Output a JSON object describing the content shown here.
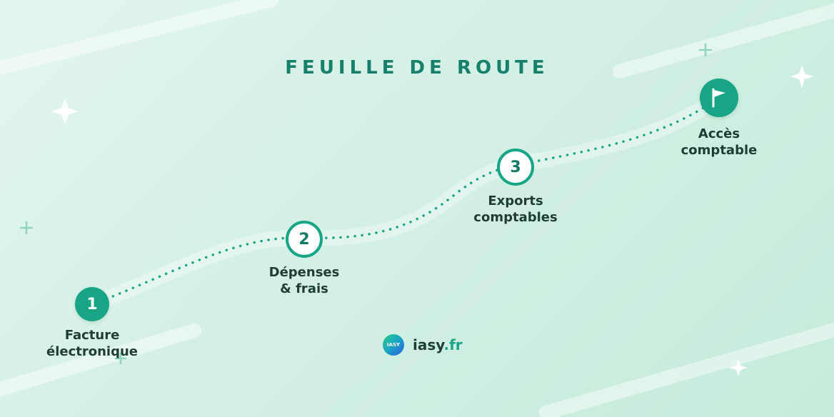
{
  "title": "FEUILLE DE ROUTE",
  "steps": [
    {
      "number": "1",
      "label_line1": "Facture",
      "label_line2": "électronique"
    },
    {
      "number": "2",
      "label_line1": "Dépenses",
      "label_line2": "& frais"
    },
    {
      "number": "3",
      "label_line1": "Exports",
      "label_line2": "comptables"
    },
    {
      "icon": "flag-icon",
      "label_line1": "Accès",
      "label_line2": "comptable"
    }
  ],
  "brand": {
    "logo_text": "IASY",
    "name": "iasy",
    "tld": ".fr"
  },
  "colors": {
    "accent": "#18a586",
    "title": "#17806a",
    "text": "#1e3d36"
  }
}
